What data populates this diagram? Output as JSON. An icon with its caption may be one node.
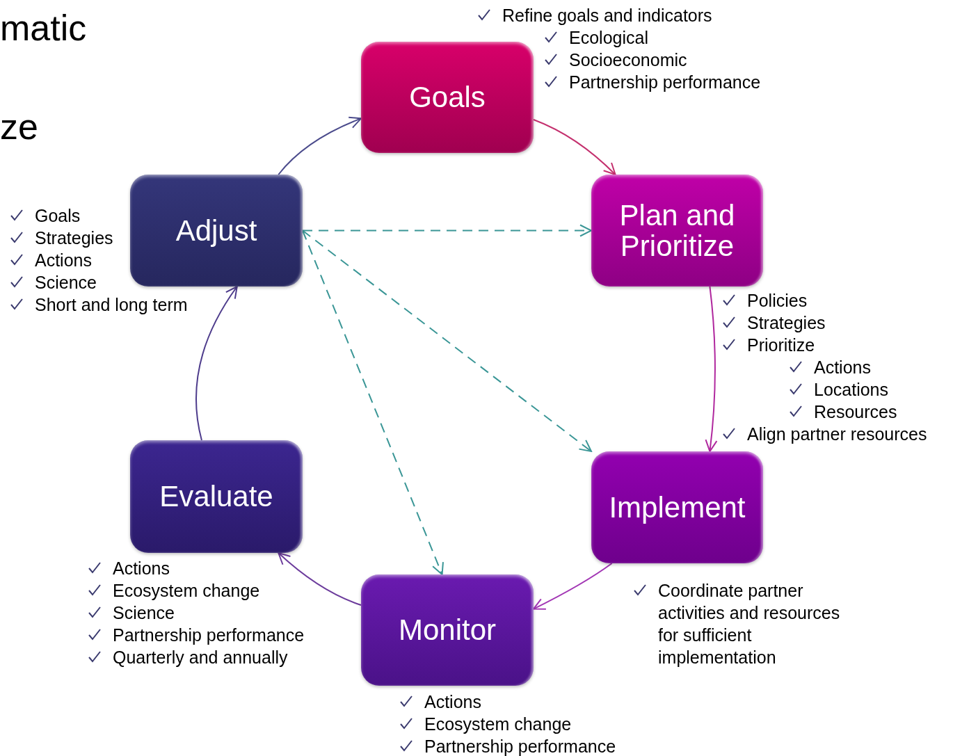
{
  "diagram": {
    "nodes": [
      {
        "text": [
          "Goals"
        ],
        "beside": [
          "Refine goals and indicators",
          "Ecological",
          "Socioeconomic",
          "Partnership performance"
        ]
      },
      {
        "text": [
          "Plan and Prioritize"
        ],
        "beside": [
          "Policies",
          "Strategies",
          "Prioritize",
          "Actions",
          "Locations",
          "Resources",
          "Align partner resources"
        ]
      },
      {
        "text": [
          "Implement"
        ],
        "beside": [
          "Coordinate partner activities and resources for sufficient implementation"
        ]
      },
      {
        "text": [
          "Monitor"
        ],
        "beside": [
          "Actions",
          "Ecosystem change",
          "Partnership performance"
        ]
      },
      {
        "text": [
          "Evaluate"
        ],
        "beside": [
          "Actions",
          "Ecosystem change",
          "Science",
          "Partnership performance",
          "Quarterly and annually"
        ]
      },
      {
        "text": [
          "Adjust"
        ],
        "beside": [
          "Goals",
          "Strategies",
          "Actions",
          "Science",
          "Short and long term"
        ]
      }
    ],
    "edges": [
      {
        "from": 5,
        "to": 0,
        "arrow": "to",
        "color": "#4b4b8c"
      },
      {
        "from": 0,
        "to": 1,
        "arrow": "to",
        "color": "#c4306e"
      },
      {
        "from": 1,
        "to": 2,
        "arrow": "to",
        "color": "#b0289e"
      },
      {
        "from": 2,
        "to": 3,
        "arrow": "to",
        "color": "#a236b4"
      },
      {
        "from": 3,
        "to": 4,
        "arrow": "to",
        "color": "#6c3c9c"
      },
      {
        "from": 4,
        "to": 5,
        "arrow": "to",
        "color": "#4e3c8c"
      },
      {
        "from": 5,
        "to": 1,
        "arrow": "to",
        "style": "dashed",
        "color": "#3a9696"
      },
      {
        "from": 5,
        "to": 2,
        "arrow": "to",
        "style": "dashed",
        "color": "#3a9696"
      },
      {
        "from": 5,
        "to": 3,
        "arrow": "to",
        "style": "dashed",
        "color": "#3a9696"
      }
    ],
    "labels": [
      "matic",
      "ze"
    ]
  }
}
